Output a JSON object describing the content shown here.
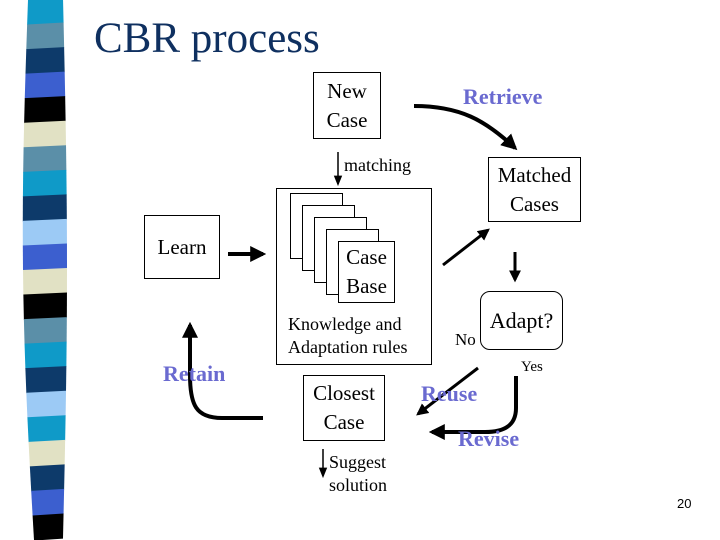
{
  "slide": {
    "title": "CBR process",
    "page_number": "20"
  },
  "nodes": {
    "new_case": {
      "line1": "New",
      "line2": "Case"
    },
    "matched_cases": {
      "line1": "Matched",
      "line2": "Cases"
    },
    "learn": {
      "label": "Learn"
    },
    "case_base": {
      "line1": "Case",
      "line2": "Base"
    },
    "knowledge": {
      "line1": "Knowledge and",
      "line2": "Adaptation rules"
    },
    "adapt": {
      "label": "Adapt?"
    },
    "closest_case": {
      "line1": "Closest",
      "line2": "Case"
    }
  },
  "edge_labels": {
    "matching": "matching",
    "no": "No",
    "yes": "Yes",
    "suggest_line1": "Suggest",
    "suggest_line2": "solution"
  },
  "steps": {
    "retrieve": "Retrieve",
    "reuse": "Reuse",
    "revise": "Revise",
    "retain": "Retain"
  },
  "colors": {
    "title": "#0f3060",
    "step_label": "#6a6ad0",
    "stripe": [
      "#0f9ac8",
      "#5b8fa8",
      "#0d3a6a",
      "#3c5fcf",
      "#000000",
      "#e1e1c4",
      "#5b8fa8",
      "#0f9ac8",
      "#0d3a6a",
      "#9ccaf5",
      "#3c5fcf",
      "#e1e1c4",
      "#000000",
      "#5b8fa8",
      "#0f9ac8",
      "#0d3a6a",
      "#9ccaf5",
      "#0f9ac8",
      "#e1e1c4",
      "#0d3a6a",
      "#3c5fcf",
      "#000000"
    ]
  }
}
